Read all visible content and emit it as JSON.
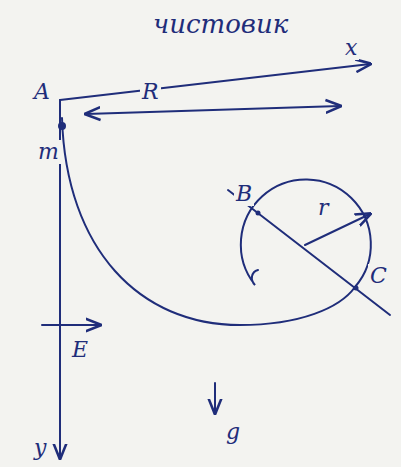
{
  "diagram": {
    "title": "чистовик",
    "labels": [
      "x",
      "A",
      "R",
      "m",
      "B",
      "r",
      "C",
      "E",
      "g",
      "y"
    ]
  }
}
